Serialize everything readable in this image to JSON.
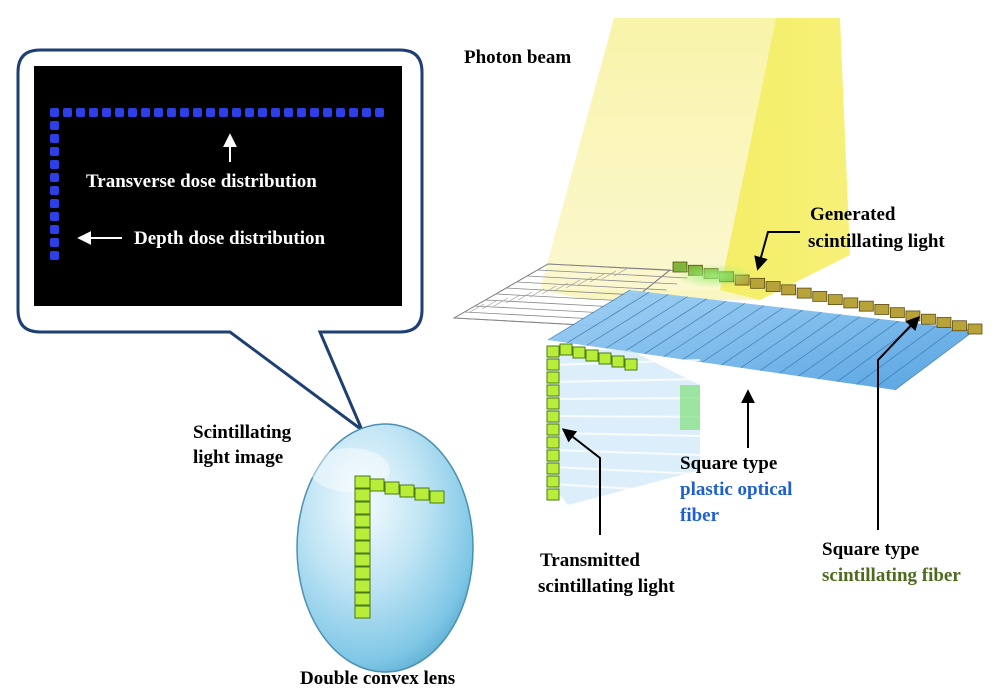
{
  "callout": {
    "transverse_label": "Transverse dose distribution",
    "depth_label": "Depth dose distribution"
  },
  "labels": {
    "photon_beam": "Photon beam",
    "generated_line1": "Generated",
    "generated_line2": "scintillating light",
    "scint_image_line1": "Scintillating",
    "scint_image_line2": "light image",
    "lens": "Double convex lens",
    "square_type_pof_line1": "Square type",
    "square_type_pof_line2": "plastic optical",
    "square_type_pof_line3": "fiber",
    "transmitted_line1": "Transmitted",
    "transmitted_line2": "scintillating light",
    "square_type_sf_line1": "Square type",
    "square_type_sf_line2": "scintillating fiber"
  },
  "colors": {
    "beam_yellow": "#f2ee3c",
    "scint_green": "#b8ee3a",
    "pof_blue": "#5aa9ea",
    "image_blue": "#2e3fe6",
    "callout_border": "#1e3f73",
    "label_blue": "#1f5fd6",
    "label_olive": "#4d6b1f"
  }
}
